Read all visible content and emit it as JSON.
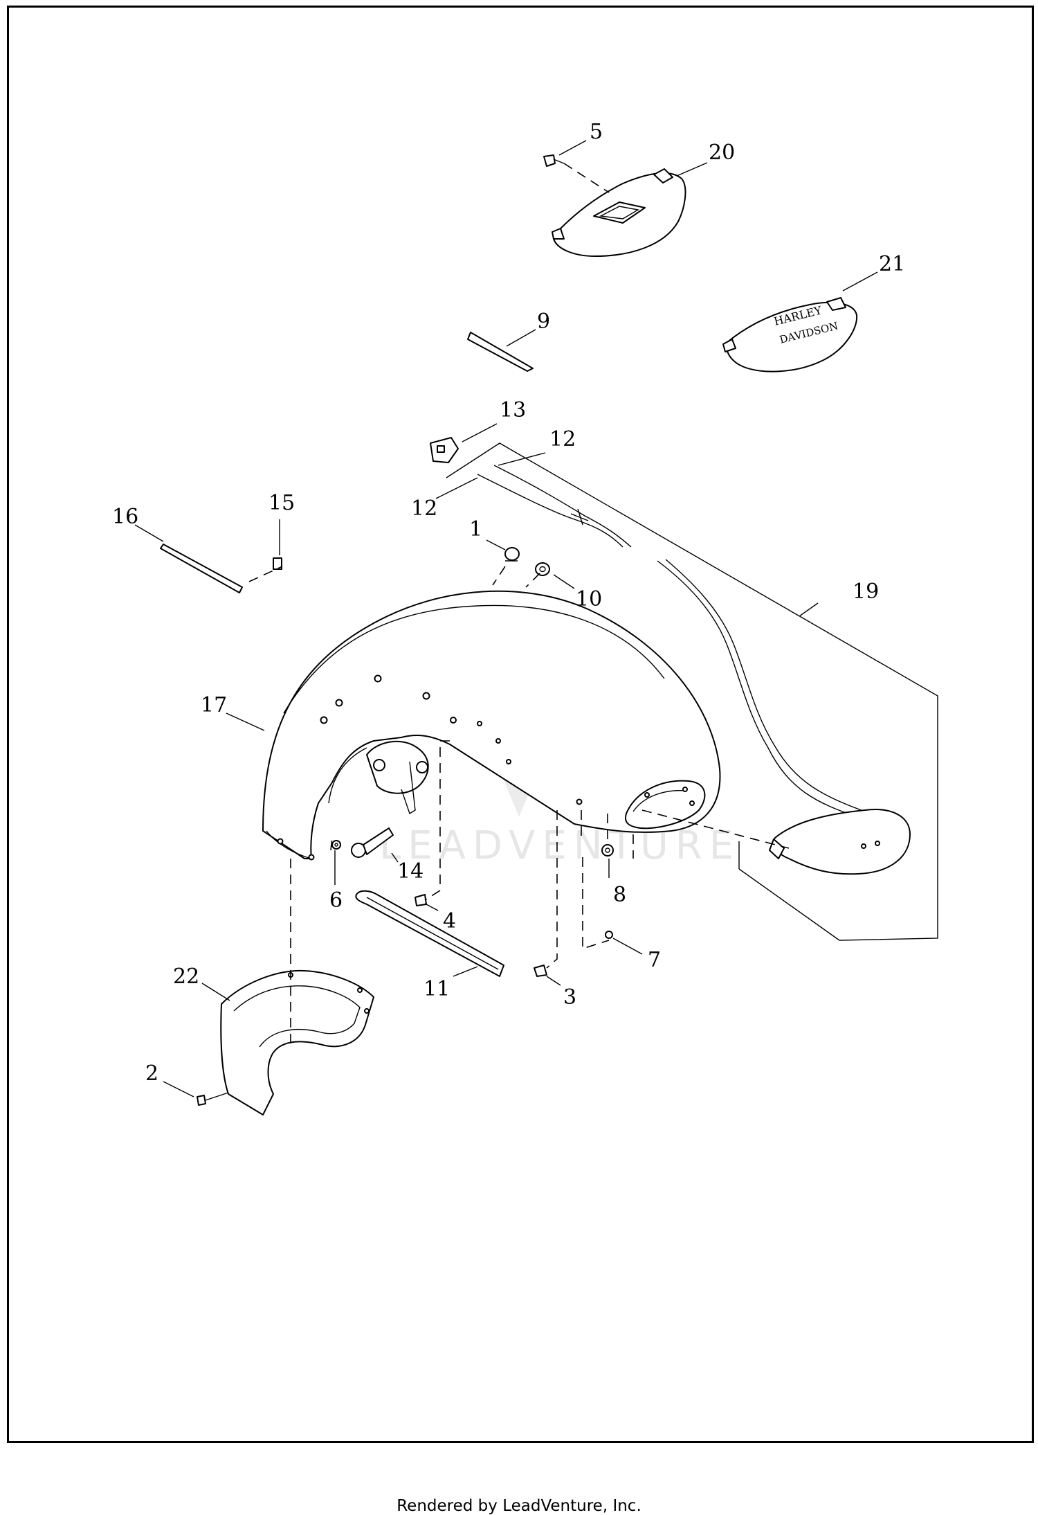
{
  "watermark": "LEADVENTURE",
  "footer": "Rendered by LeadVenture, Inc.",
  "callouts": {
    "c1": "1",
    "c2": "2",
    "c3": "3",
    "c4": "4",
    "c5": "5",
    "c6": "6",
    "c7": "7",
    "c8": "8",
    "c9": "9",
    "c10": "10",
    "c11": "11",
    "c12a": "12",
    "c12b": "12",
    "c13": "13",
    "c14": "14",
    "c15": "15",
    "c16": "16",
    "c17": "17",
    "c19": "19",
    "c20": "20",
    "c21": "21",
    "c22": "22"
  },
  "emblems": {
    "script_top": "HARLEY",
    "script_bottom": "DAVIDSON"
  }
}
